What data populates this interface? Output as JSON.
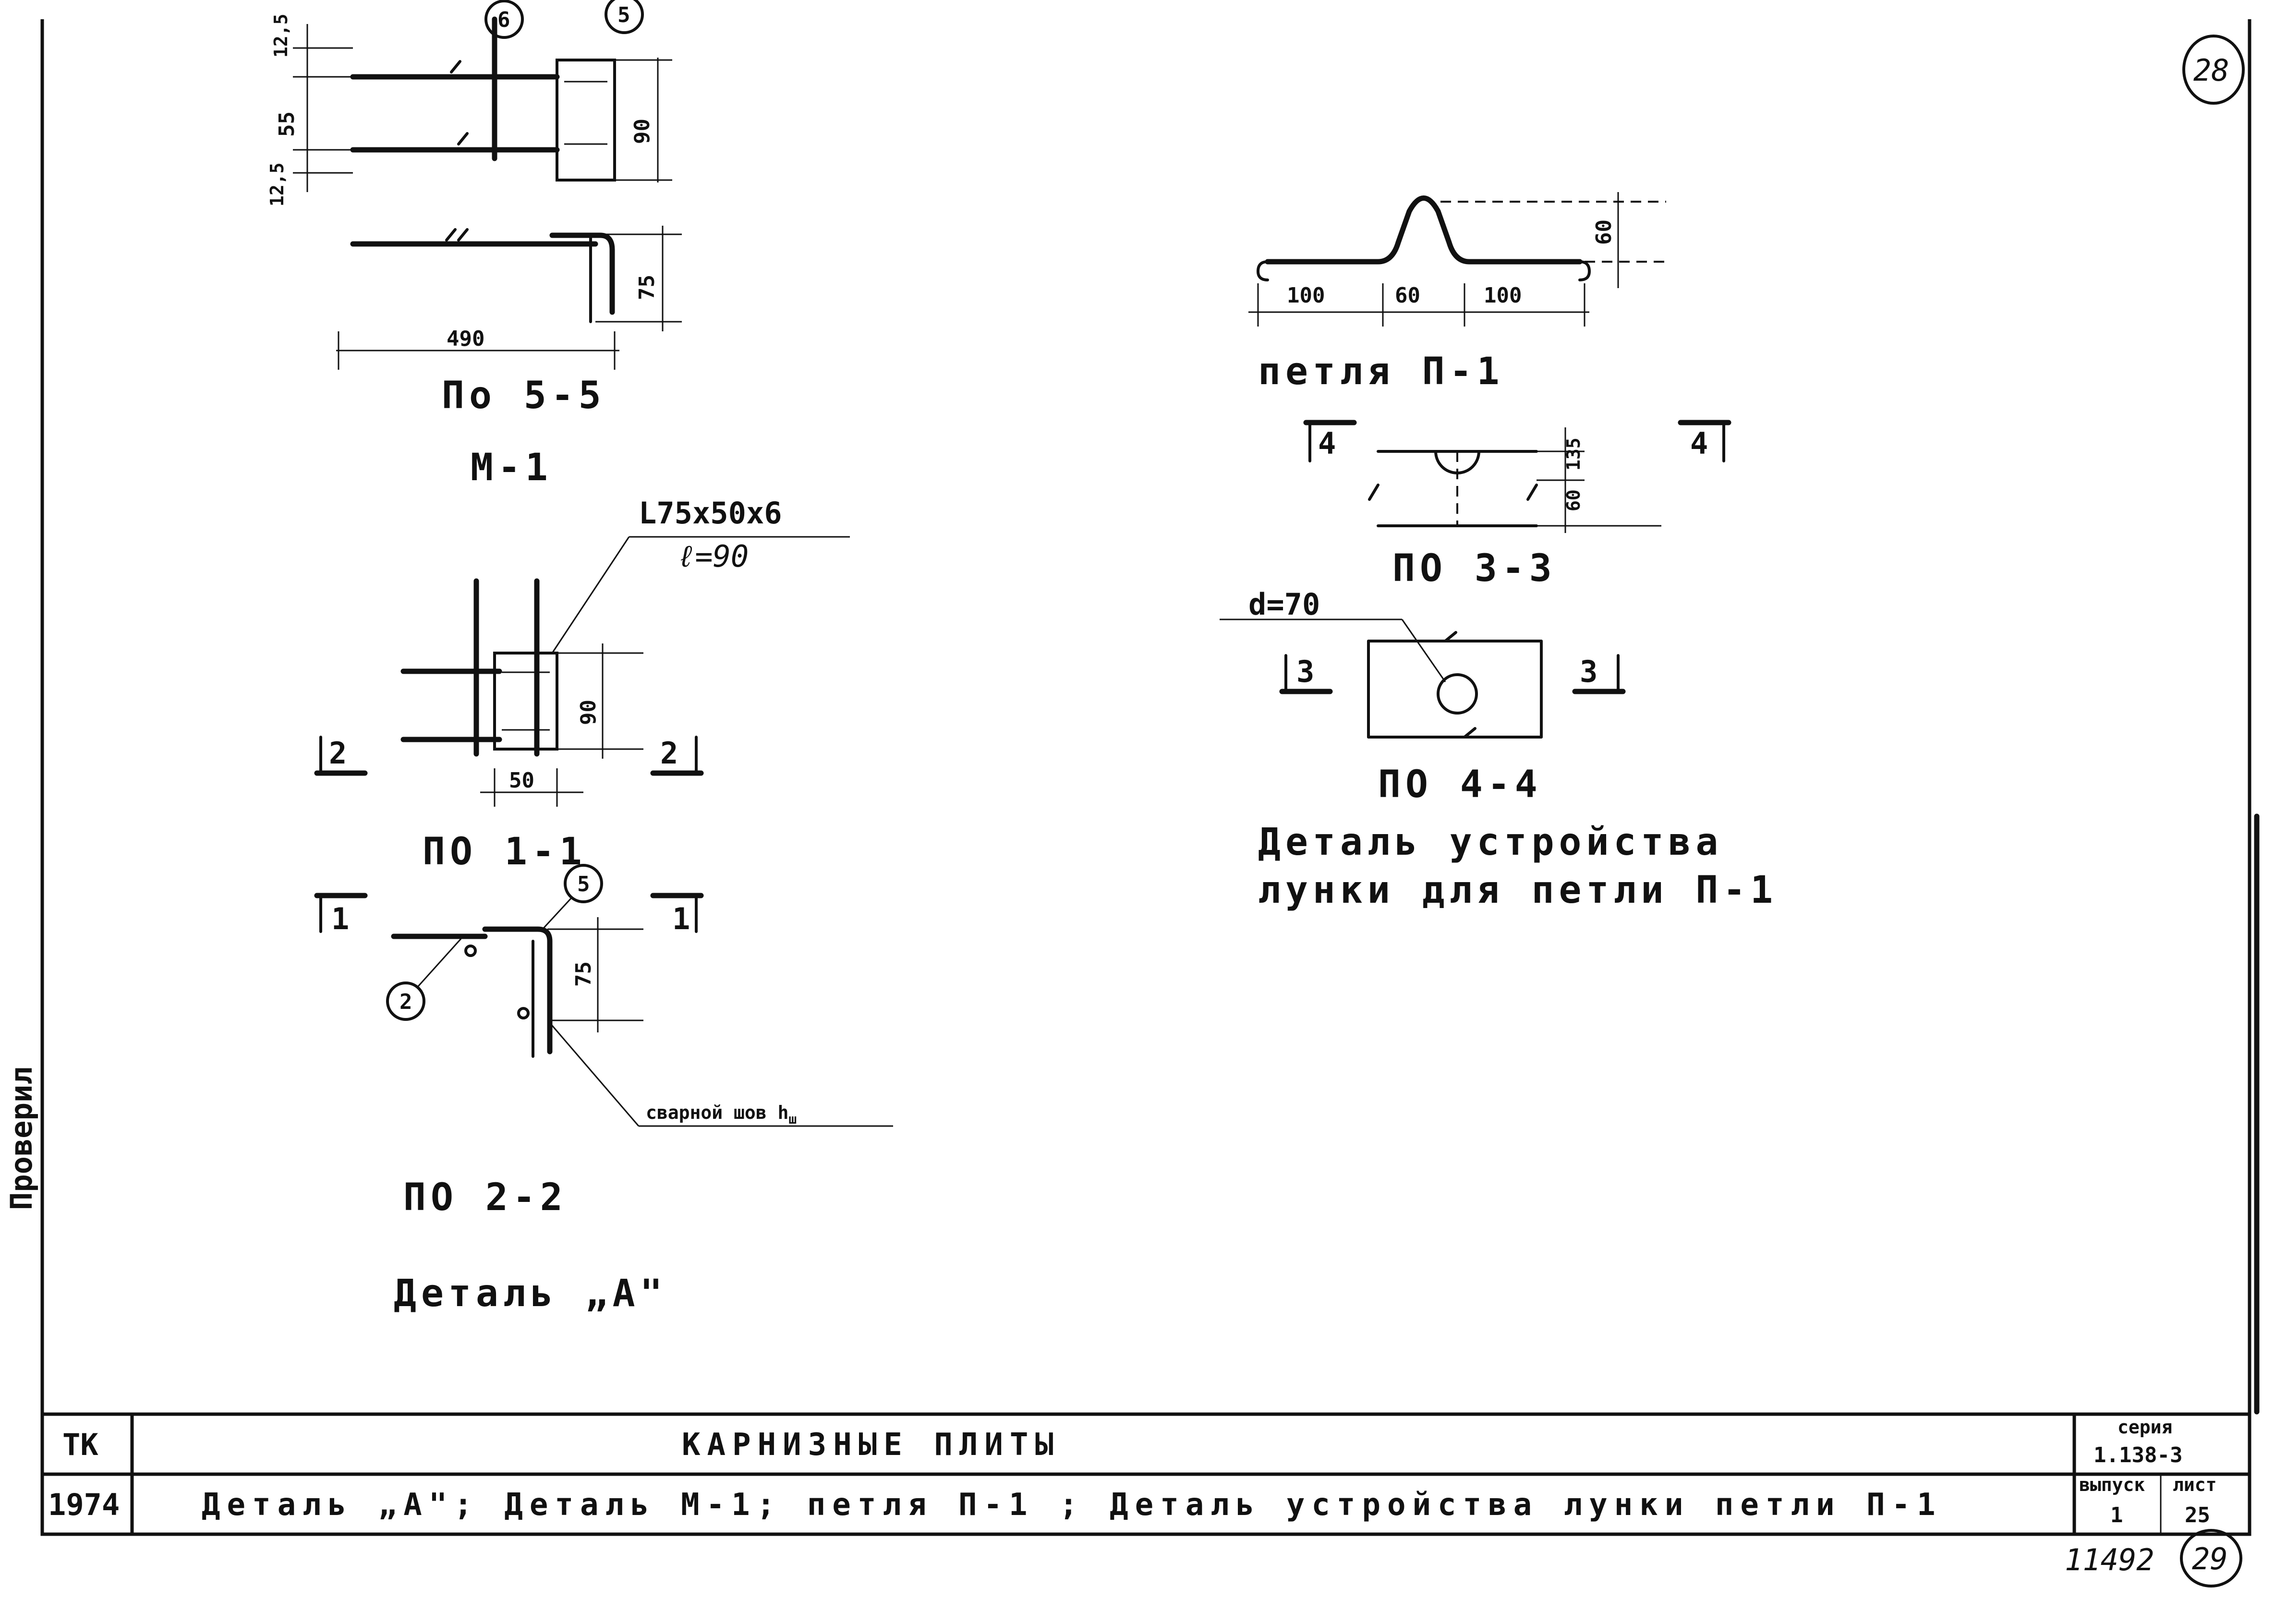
{
  "sheet_marks": {
    "sheet_circle_top": "28",
    "sheet_circle_bottom": "29",
    "inventory_number": "11492"
  },
  "margin_text": "Проверил",
  "m1_top_view": {
    "dims": [
      "12,5",
      "55",
      "12,5",
      "90"
    ],
    "callouts": [
      "6",
      "5"
    ]
  },
  "m1_side_view": {
    "dims": [
      "75",
      "490"
    ],
    "section_label": "По 5-5",
    "title": "М-1"
  },
  "section_1_1": {
    "angle_spec": "L75x50x6",
    "length_spec": "ℓ=90",
    "dims": [
      "90",
      "50"
    ],
    "cut_marks": [
      "2",
      "2"
    ],
    "label": "ПО 1-1"
  },
  "section_2_2": {
    "cut_marks": [
      "1",
      "1"
    ],
    "callouts": [
      "5",
      "2"
    ],
    "dims": [
      "75"
    ],
    "weld_label": "сварной шов h",
    "weld_subscript": "ш",
    "label": "ПО 2-2"
  },
  "detail_a_title": "Деталь „А\"",
  "loop_p1": {
    "dims": [
      "100",
      "60",
      "100",
      "60"
    ],
    "title": "петля П-1"
  },
  "section_3_3": {
    "cut_marks": [
      "4",
      "4"
    ],
    "dims": [
      "135",
      "60"
    ],
    "label": "ПО 3-3"
  },
  "section_4_4": {
    "diameter_label": "d=70",
    "cut_marks": [
      "3",
      "3"
    ],
    "label": "ПО 4-4"
  },
  "hole_detail_title": [
    "Деталь устройства",
    "лунки для петли П-1"
  ],
  "title_block": {
    "org": "ТК",
    "year": "1974",
    "title": "КАРНИЗНЫЕ ПЛИТЫ",
    "subtitle": "Деталь „А\"; Деталь М-1; петля П-1 ; Деталь устройства лунки петли П-1",
    "series_label": "серия",
    "series_value": "1.138-3",
    "issue_label": "выпуск",
    "issue_value": "1",
    "sheet_label": "лист",
    "sheet_value": "25"
  }
}
